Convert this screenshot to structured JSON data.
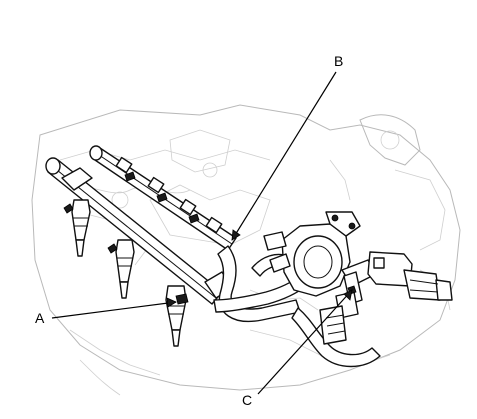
{
  "callouts": {
    "a": "A",
    "b": "B",
    "c": "C"
  },
  "colors": {
    "linework": "#111111",
    "background_engine": "#b9b9b9",
    "paper": "#ffffff"
  }
}
